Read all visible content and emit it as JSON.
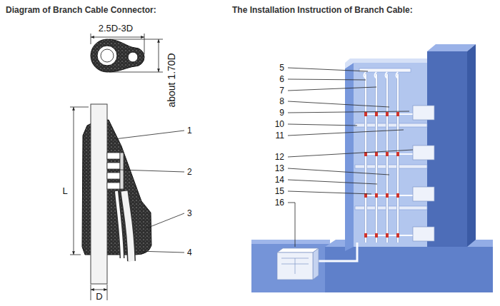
{
  "diagram": {
    "labels": [
      "Diagram of Branch Cable Connector:",
      "The Installation Instruction of Branch Cable:",
      "2.5D-3D",
      "about 1.70D",
      "1",
      "2",
      "3",
      "4",
      "L",
      "D",
      "5",
      "6",
      "7",
      "8",
      "9",
      "10",
      "11",
      "12",
      "13",
      "14",
      "15",
      "16"
    ]
  }
}
